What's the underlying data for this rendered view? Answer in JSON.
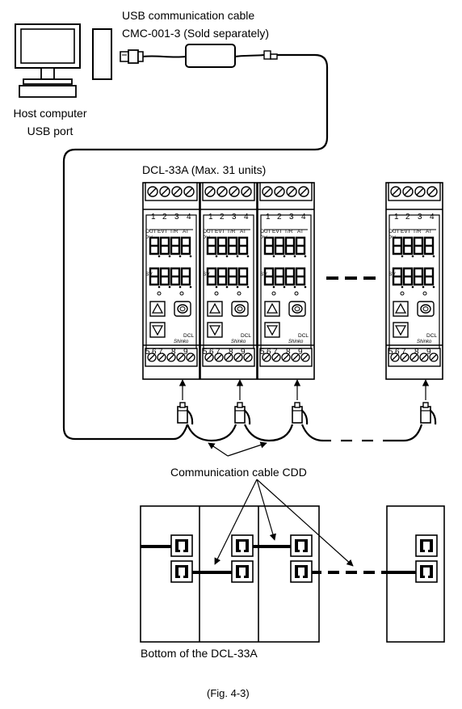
{
  "labels": {
    "usb_cable_line1": "USB communication cable",
    "usb_cable_line2": "CMC-001-3 (Sold separately)",
    "host_line1": "Host computer",
    "host_line2": "USB port",
    "dcl_title": "DCL-33A (Max. 31 units)",
    "comm_cable": "Communication cable CDD",
    "bottom_label": "Bottom of the DCL-33A",
    "figure_caption": "(Fig. 4-3)"
  },
  "unit": {
    "top_terminals": [
      "1",
      "2",
      "3",
      "4"
    ],
    "bottom_terminals": [
      "5",
      "6",
      "7",
      "8",
      "9"
    ],
    "indicators": [
      "OUT",
      "EVT",
      "T/R",
      "AT"
    ],
    "pv_label": "PV",
    "sv_label": "SV",
    "model": "DCL",
    "brand": "Shinko"
  }
}
